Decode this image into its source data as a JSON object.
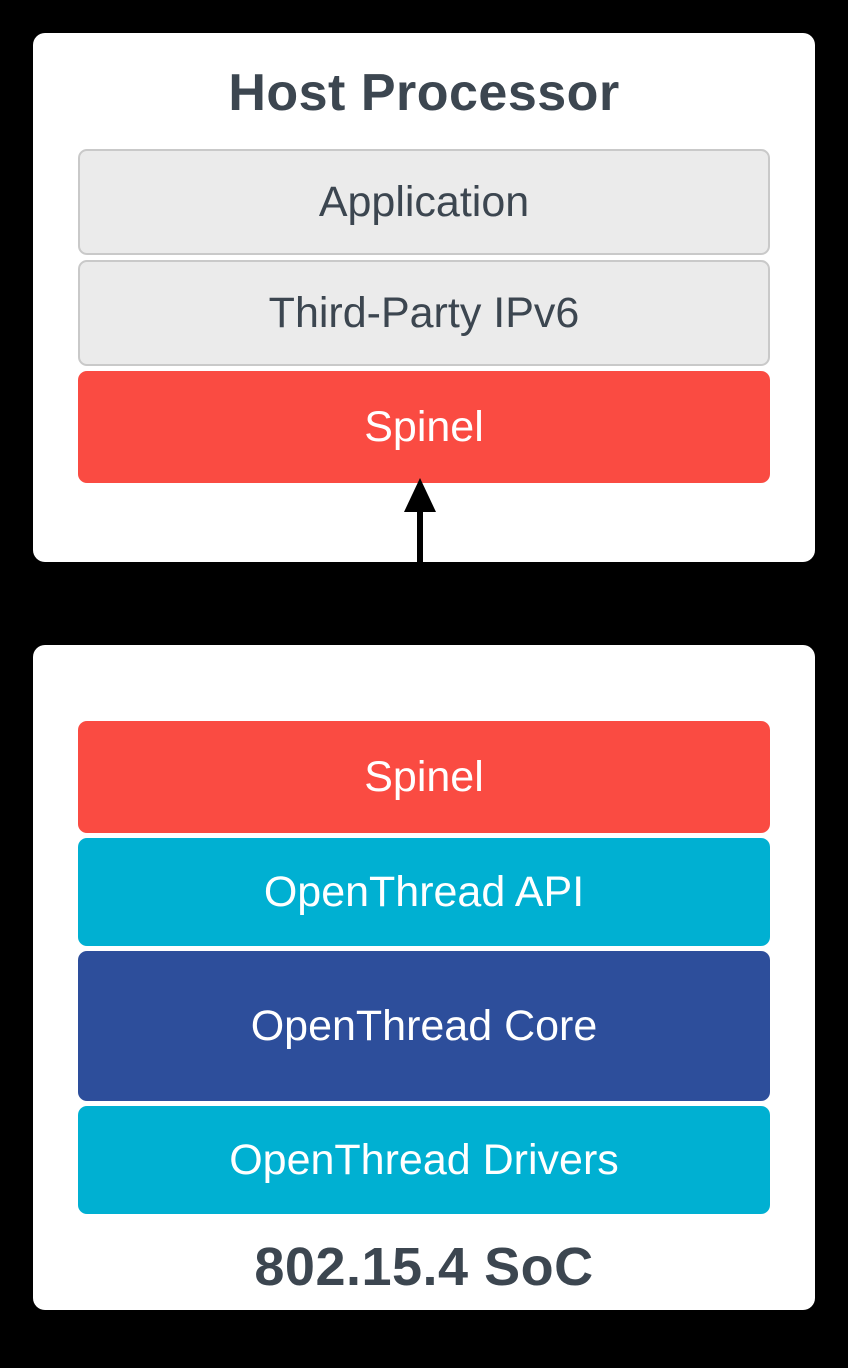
{
  "diagram": {
    "kind": "stack-architecture-diagram",
    "connector": "bidirectional-arrow"
  },
  "colors": {
    "background": "#000000",
    "panel": "#ffffff",
    "gray_layer_bg": "#ebebeb",
    "gray_layer_border": "#c9c9c9",
    "red_layer": "#fa4b42",
    "cyan_layer": "#00b0d2",
    "blue_layer": "#2d4e9b",
    "title_text": "#3c4650",
    "layer_text_on_color": "#ffffff",
    "layer_text_on_gray": "#3c4650",
    "arrow": "#000000"
  },
  "host": {
    "title": "Host Processor",
    "layers": [
      {
        "label": "Application",
        "type": "gray"
      },
      {
        "label": "Third-Party IPv6",
        "type": "gray"
      },
      {
        "label": "Spinel",
        "type": "red"
      }
    ]
  },
  "soc": {
    "title": "802.15.4 SoC",
    "layers": [
      {
        "label": "Spinel",
        "type": "red"
      },
      {
        "label": "OpenThread API",
        "type": "cyan"
      },
      {
        "label": "OpenThread Core",
        "type": "blue"
      },
      {
        "label": "OpenThread Drivers",
        "type": "cyan"
      }
    ]
  }
}
